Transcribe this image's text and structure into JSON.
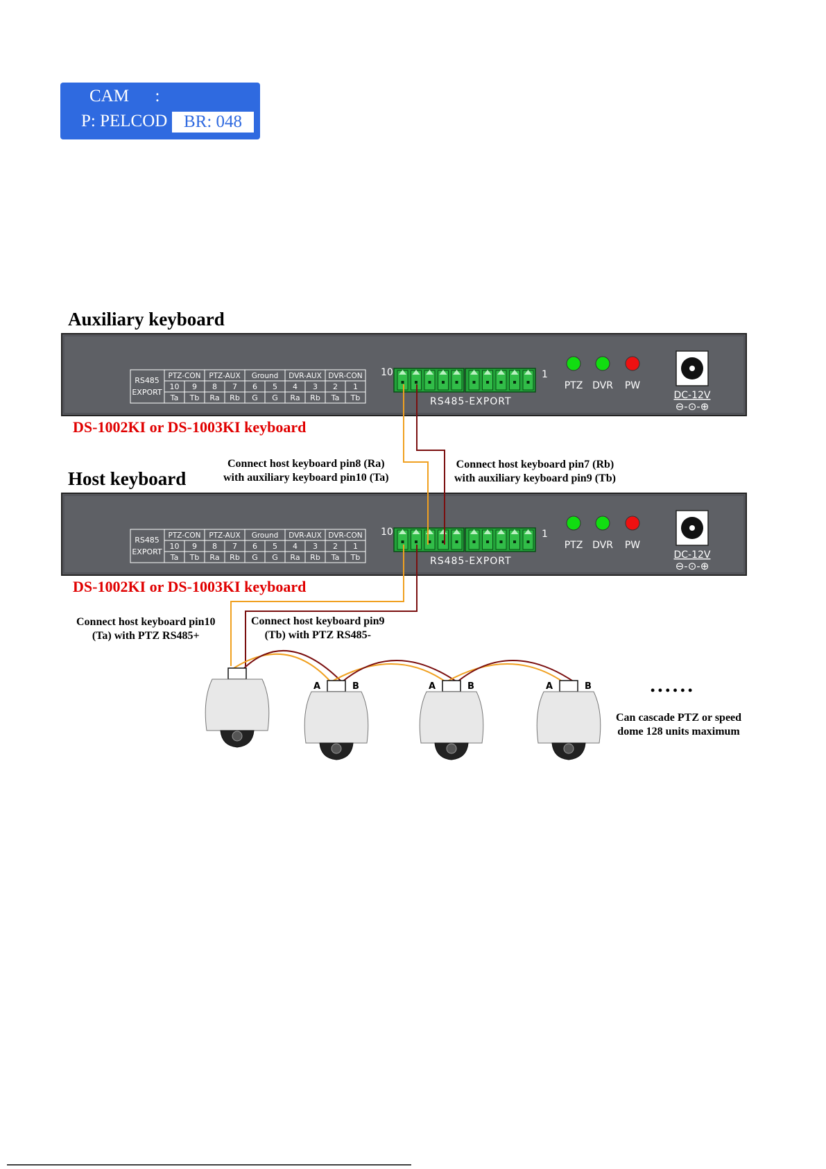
{
  "lcd": {
    "line1": "CAM      :",
    "line2": "P: PELCOD",
    "highlight": "BR: 048",
    "colors": {
      "background": "#2f6ae0",
      "text": "#ffffff"
    }
  },
  "aux": {
    "title": "Auxiliary keyboard",
    "model": "DS-1002KI or DS-1003KI keyboard"
  },
  "host": {
    "title": "Host keyboard",
    "model": "DS-1002KI or DS-1003KI keyboard"
  },
  "panel": {
    "table_header": [
      "RS485",
      "EXPORT"
    ],
    "groups": [
      "PTZ-CON",
      "PTZ-AUX",
      "Ground",
      "DVR-AUX",
      "DVR-CON"
    ],
    "pin_numbers": [
      "10",
      "9",
      "8",
      "7",
      "6",
      "5",
      "4",
      "3",
      "2",
      "1"
    ],
    "pin_signals": [
      "Ta",
      "Tb",
      "Ra",
      "Rb",
      "G",
      "G",
      "Ra",
      "Rb",
      "Ta",
      "Tb"
    ],
    "terminal_left": "10",
    "terminal_right": "1",
    "terminal_label": "RS485-EXPORT",
    "leds": [
      {
        "label": "PTZ",
        "color": "#11dd11"
      },
      {
        "label": "DVR",
        "color": "#11dd11"
      },
      {
        "label": "PW",
        "color": "#ee1111"
      }
    ],
    "dc_label": "DC-12V",
    "polarity": "⊖-⊙-⊕"
  },
  "notes": {
    "pin8_line1": "Connect host keyboard pin8 (Ra)",
    "pin8_line2": "with auxiliary keyboard pin10 (Ta)",
    "pin7_line1": "Connect host keyboard pin7 (Rb)",
    "pin7_line2": "with auxiliary keyboard pin9 (Tb)",
    "pin10_line1": "Connect host keyboard pin10",
    "pin10_line2": "(Ta) with PTZ RS485+",
    "pin9_line1": "Connect host keyboard pin9",
    "pin9_line2": "(Tb) with PTZ RS485-",
    "cascade_line1": "Can cascade PTZ or speed",
    "cascade_line2": "dome 128 units maximum",
    "ellipsis": "• • •   • • •"
  },
  "domes": {
    "terminal_a": "A",
    "terminal_b": "B"
  },
  "wire_colors": {
    "plus": "#f0a020",
    "minus": "#7a0f0f"
  }
}
